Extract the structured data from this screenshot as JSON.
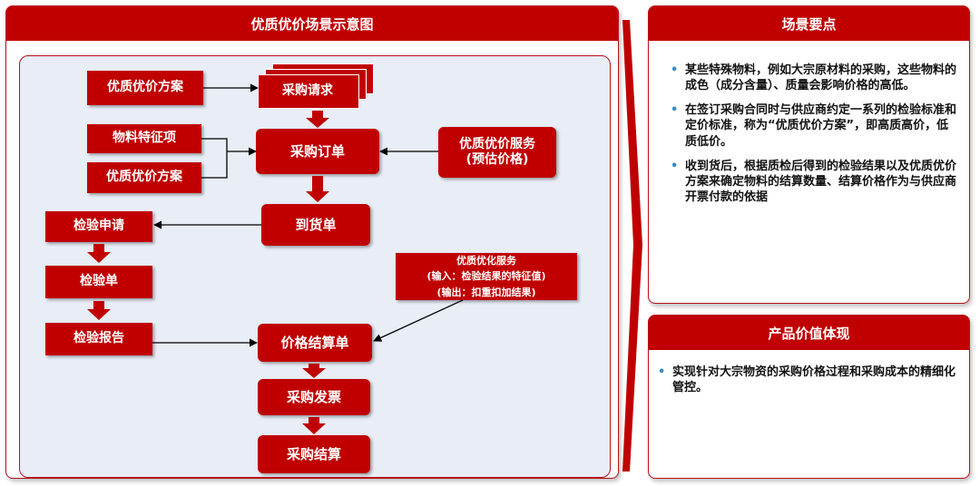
{
  "diagram": {
    "title": "优质优价场景示意图",
    "nodes": {
      "scheme_top": "优质优价方案",
      "purchase_request": "采购请求",
      "material_features": "物料特征项",
      "scheme_mid": "优质优价方案",
      "purchase_order": "采购订单",
      "service_quote_line1": "优质优价服务",
      "service_quote_line2": "(预估价格)",
      "arrival_note": "到货单",
      "inspection_request": "检验申请",
      "inspection_sheet": "检验单",
      "inspection_report": "检验报告",
      "optimize_service_title": "优质优化服务",
      "optimize_service_input": "(输入：检验结果的特征值)",
      "optimize_service_output": "(输出：扣重扣加结果)",
      "price_settlement": "价格结算单",
      "purchase_invoice": "采购发票",
      "purchase_settlement": "采购结算"
    }
  },
  "key_points": {
    "title": "场景要点",
    "items": [
      "某些特殊物料，例如大宗原材料的采购，这些物料的成色（成分含量）、质量会影响价格的高低。",
      "在签订采购合同时与供应商约定一系列的检验标准和定价标准，称为“优质优价方案”，即高质高价，低质低价。",
      "收到货后，根据质检后得到的检验结果以及优质优价方案来确定物料的结算数量、结算价格作为与供应商开票付款的依据"
    ]
  },
  "product_value": {
    "title": "产品价值体现",
    "items": [
      "实现针对大宗物资的采购价格过程和采购成本的精细化管控。"
    ]
  },
  "colors": {
    "brand_red": "#c00000",
    "panel_bg": "#e8edf6",
    "bullet_blue": "#3a8ec4"
  }
}
